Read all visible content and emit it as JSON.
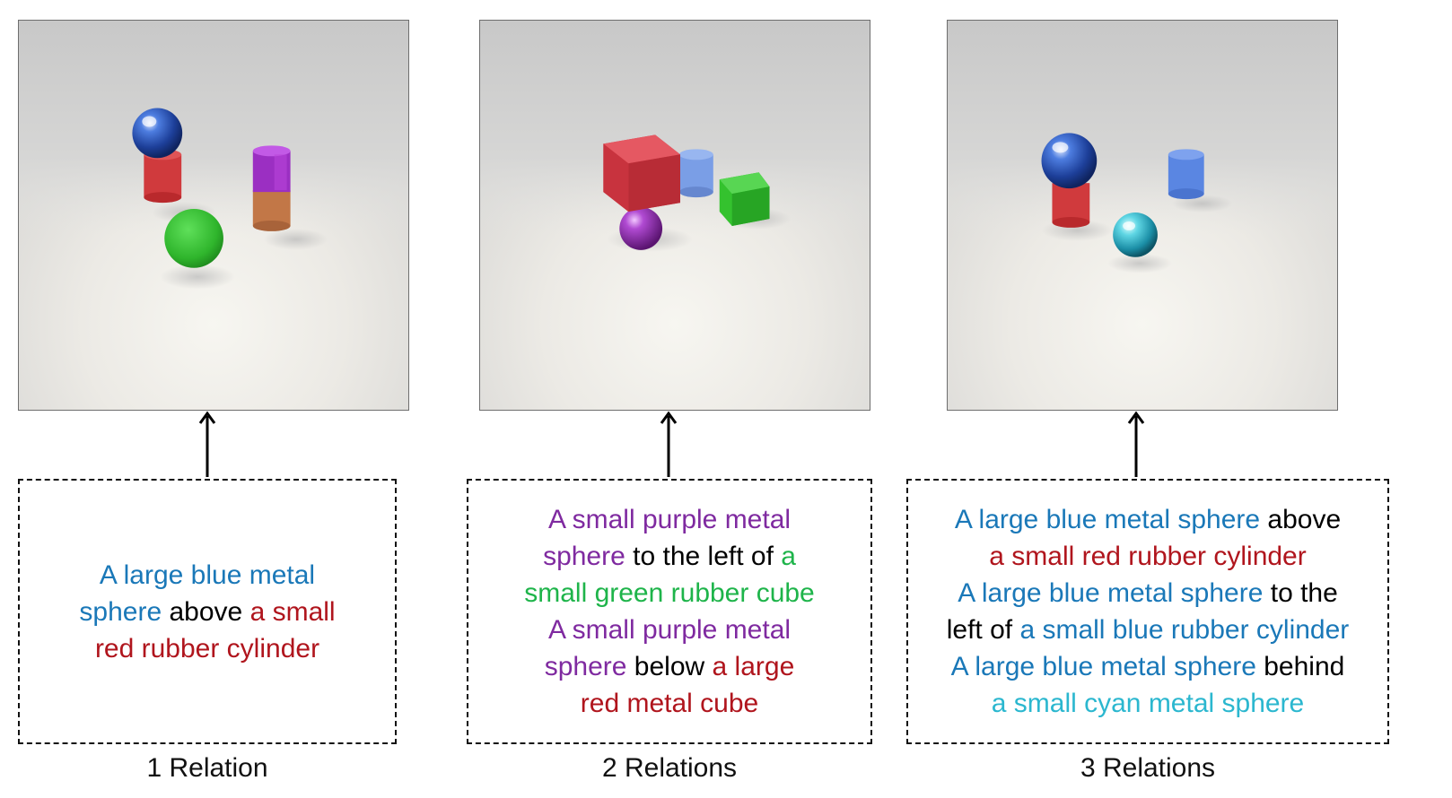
{
  "panels": [
    {
      "label": "1 Relation",
      "caption": [
        [
          {
            "t": "A large blue metal",
            "c": "blue"
          }
        ],
        [
          {
            "t": "sphere",
            "c": "blue"
          },
          {
            "t": " above ",
            "c": "black"
          },
          {
            "t": "a small",
            "c": "red"
          }
        ],
        [
          {
            "t": "red rubber cylinder",
            "c": "red"
          }
        ]
      ]
    },
    {
      "label": "2 Relations",
      "caption": [
        [
          {
            "t": "A small purple metal",
            "c": "purple"
          }
        ],
        [
          {
            "t": "sphere",
            "c": "purple"
          },
          {
            "t": " to the left of ",
            "c": "black"
          },
          {
            "t": "a",
            "c": "green"
          }
        ],
        [
          {
            "t": "small green rubber cube",
            "c": "green"
          }
        ],
        [
          {
            "t": "A small purple metal",
            "c": "purple"
          }
        ],
        [
          {
            "t": "sphere",
            "c": "purple"
          },
          {
            "t": " below ",
            "c": "black"
          },
          {
            "t": "a large",
            "c": "red"
          }
        ],
        [
          {
            "t": "red metal cube",
            "c": "red"
          }
        ]
      ]
    },
    {
      "label": "3 Relations",
      "caption": [
        [
          {
            "t": "A large blue metal sphere",
            "c": "blue"
          },
          {
            "t": " above",
            "c": "black"
          }
        ],
        [
          {
            "t": "a small red rubber cylinder",
            "c": "red"
          }
        ],
        [
          {
            "t": "A large blue metal sphere",
            "c": "blue"
          },
          {
            "t": " to the",
            "c": "black"
          }
        ],
        [
          {
            "t": "left of ",
            "c": "black"
          },
          {
            "t": "a small blue rubber cylinder",
            "c": "blue"
          }
        ],
        [
          {
            "t": "A large blue metal sphere",
            "c": "blue"
          },
          {
            "t": " behind",
            "c": "black"
          }
        ],
        [
          {
            "t": "a small cyan metal sphere",
            "c": "cyan"
          }
        ]
      ]
    }
  ],
  "colors": {
    "blue": "#1a78b8",
    "red": "#b0151d",
    "purple": "#7f2aa0",
    "green": "#1eb44a",
    "cyan": "#2bb7cf",
    "black": "#000000"
  }
}
